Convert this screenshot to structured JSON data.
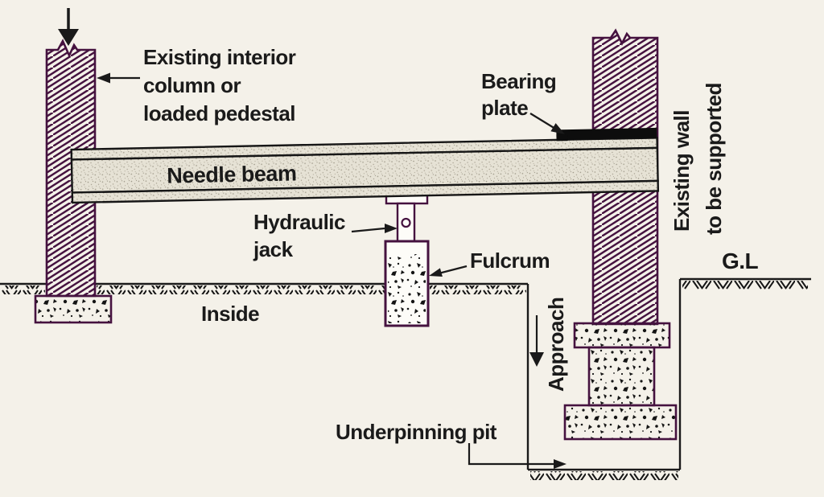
{
  "title": "Needle beam underpinning diagram",
  "colors": {
    "ink": "#1a1a1a",
    "masonry": "#45123f",
    "paper": "#f4f1e9",
    "beam_fill": "#e6e2d5",
    "plate": "#0d0d0d",
    "concrete_speck": "#141414"
  },
  "labels": {
    "column": {
      "line1": "Existing interior",
      "line2": "column or",
      "line3": "loaded pedestal"
    },
    "needle_beam": "Needle beam",
    "bearing_plate": {
      "line1": "Bearing",
      "line2": "plate"
    },
    "existing_wall": {
      "line1": "Existing wall",
      "line2": "to be supported"
    },
    "hydraulic_jack": {
      "line1": "Hydraulic",
      "line2": "jack"
    },
    "fulcrum": "Fulcrum",
    "inside": "Inside",
    "ground_level": "G.L",
    "approach": "Approach",
    "underpinning_pit": "Underpinning pit"
  }
}
